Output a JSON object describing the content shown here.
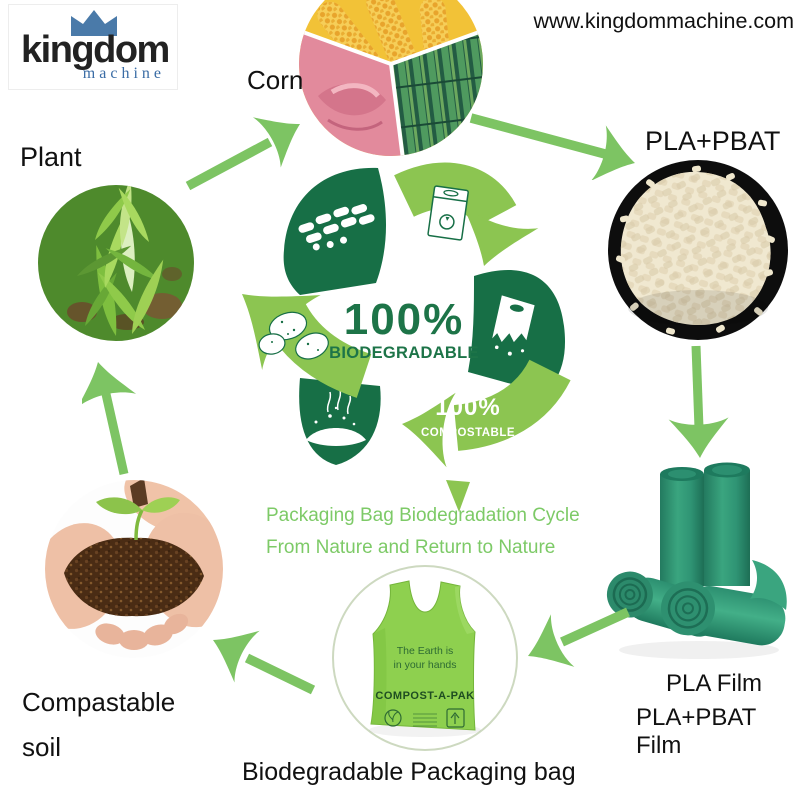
{
  "header": {
    "website": "www.kingdommachine.com"
  },
  "logo": {
    "word": "kingdom",
    "sub": "machine"
  },
  "labels": {
    "corn": "Corn",
    "plant": "Plant",
    "pla_pbat": "PLA+PBAT",
    "pla_film": "PLA Film",
    "pla_pbat_film": "PLA+PBAT Film",
    "compostable_line1": "Compastable",
    "compostable_line2": "soil",
    "bottom": "Biodegradable Packaging bag"
  },
  "cycle": {
    "biodegradable_percent": "100%",
    "biodegradable_label": "BIODEGRADABLE",
    "compostable_percent": "100%",
    "compostable_label": "COMPOSTABLE",
    "caption_line1": "Packaging Bag Biodegradation Cycle",
    "caption_line2": "From Nature and Return to Nature"
  },
  "bag": {
    "line1": "The Earth is",
    "line2": "in your hands",
    "brand": "COMPOST-A-PAK"
  },
  "colors": {
    "cycle_dark_green": "#176f46",
    "cycle_light_green": "#8cc551",
    "arrow_green": "#7dc463",
    "caption_green": "#7dca67",
    "bag_green": "#8ed04f",
    "film_teal": "#2f9c7a",
    "logo_blue": "#4a7aa9"
  }
}
